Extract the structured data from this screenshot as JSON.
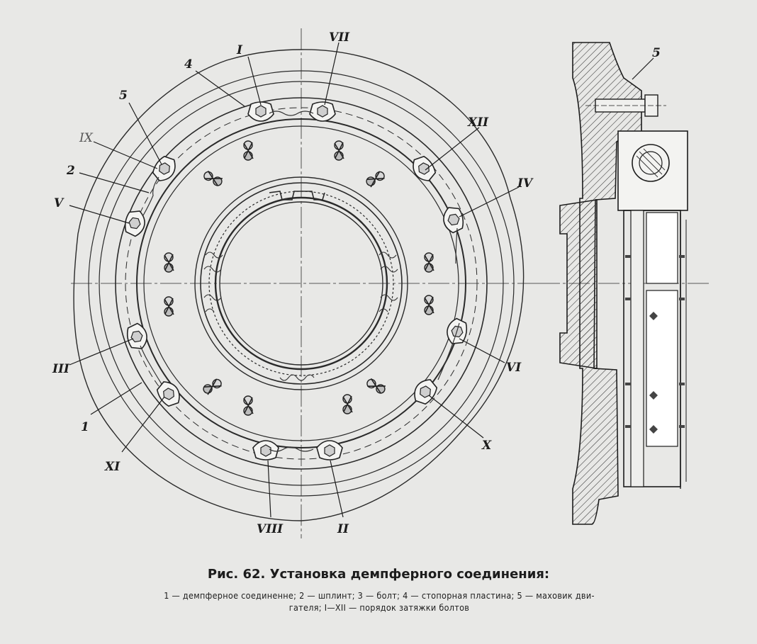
{
  "figure": {
    "caption_prefix": "Рис. 62.",
    "caption_title": "Установка демпферного соединения:",
    "legend_line1": "1 — демпферное соединенне; 2 — шплинт; 3 — болт; 4 — стопорная пластина; 5 — маховик дви-",
    "legend_line2": "гателя; I—XII — порядок затяжки болтов"
  },
  "callouts": {
    "front": [
      "I",
      "VII",
      "4",
      "5",
      "IX",
      "2",
      "V",
      "XII",
      "IV",
      "III",
      "VI",
      "1",
      "XI",
      "X",
      "VIII",
      "II"
    ],
    "side": [
      "5"
    ]
  }
}
